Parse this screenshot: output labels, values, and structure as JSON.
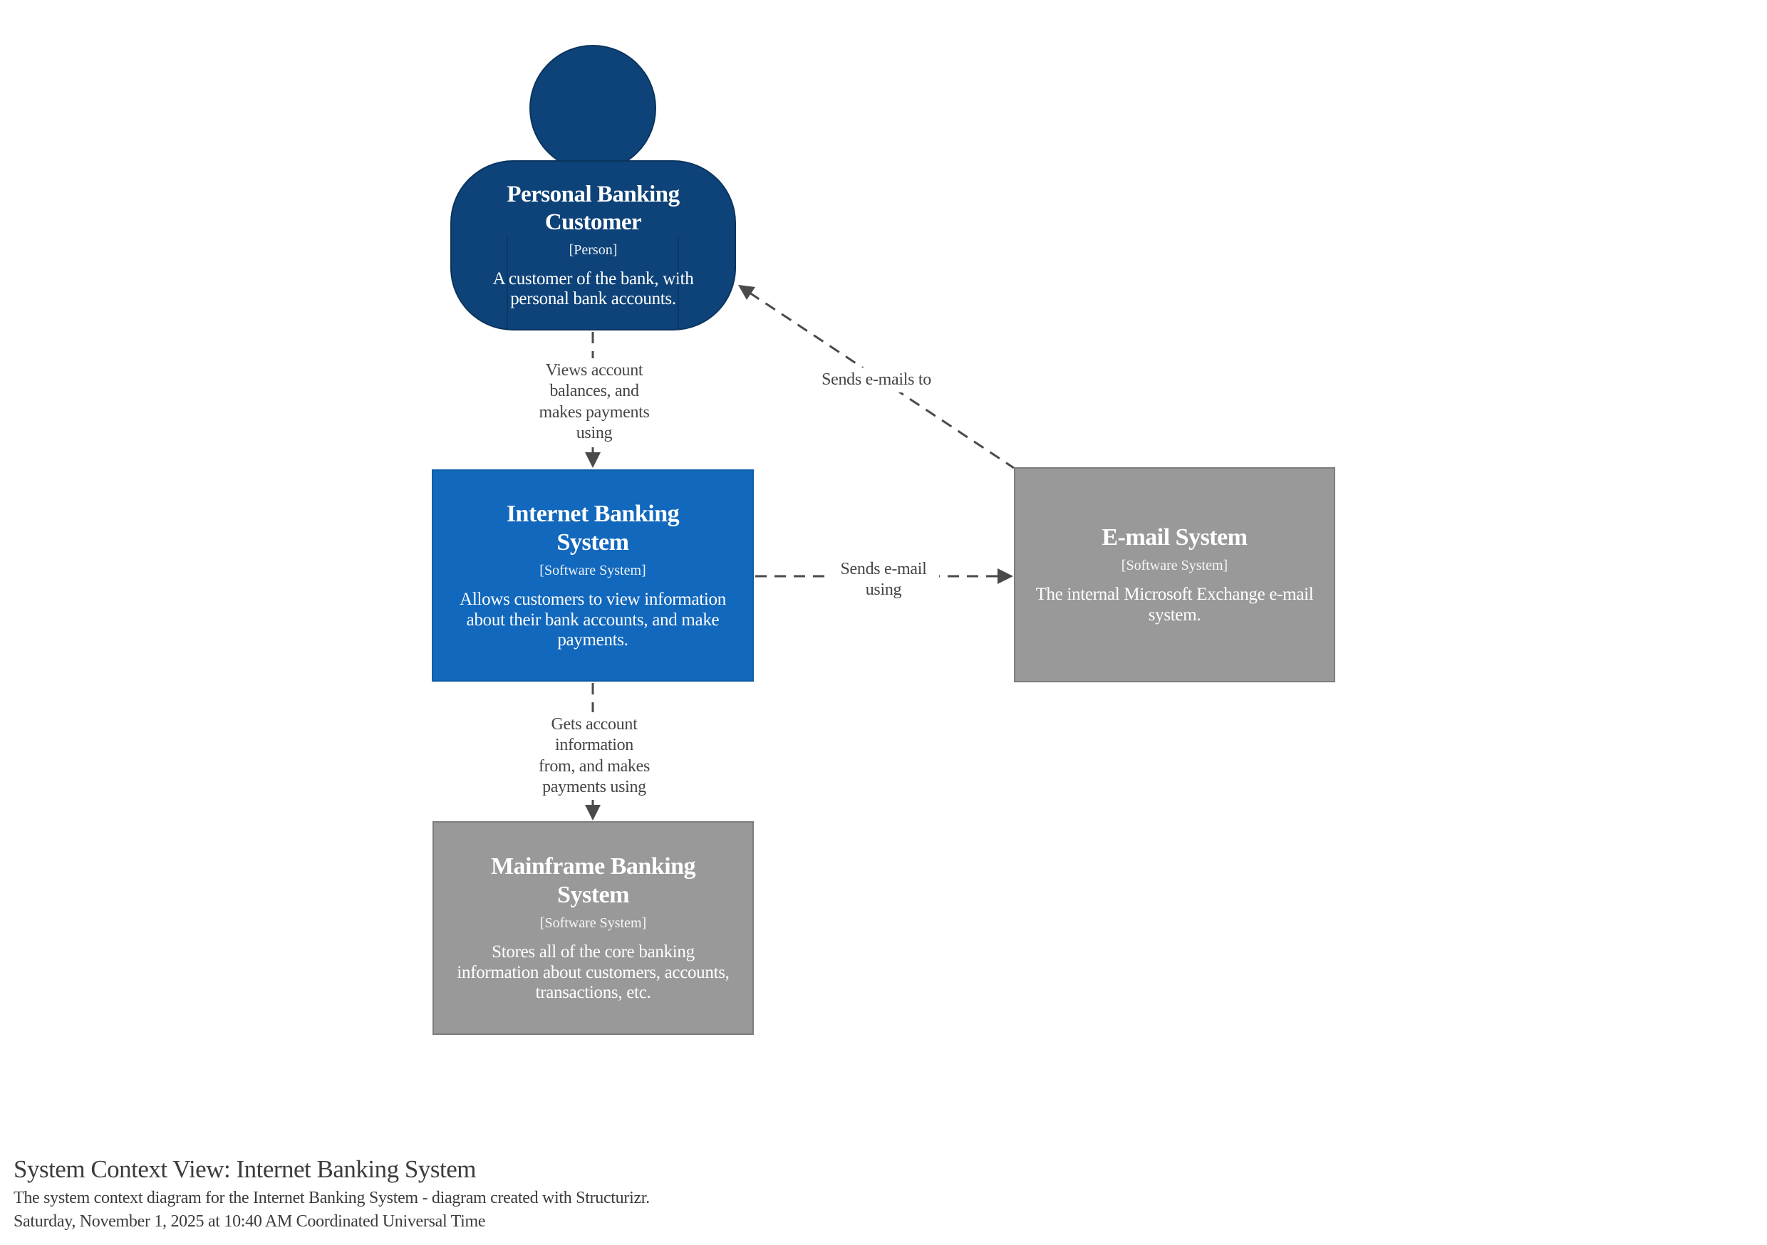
{
  "diagram": {
    "nodes": {
      "person": {
        "title": "Personal Banking Customer",
        "meta": "[Person]",
        "description": "A customer of the bank, with personal bank accounts."
      },
      "internet_banking": {
        "title": "Internet Banking System",
        "meta": "[Software System]",
        "description": "Allows customers to view information about their bank accounts, and make payments."
      },
      "email": {
        "title": "E-mail System",
        "meta": "[Software System]",
        "description": "The internal Microsoft Exchange e-mail system."
      },
      "mainframe": {
        "title": "Mainframe Banking System",
        "meta": "[Software System]",
        "description": "Stores all of the core banking information about customers, accounts, transactions, etc."
      }
    },
    "relationships": {
      "person_to_internet_banking": "Views account balances, and makes payments using",
      "internet_banking_to_mainframe": "Gets account information from, and makes payments using",
      "internet_banking_to_email": "Sends e-mail using",
      "email_to_person": "Sends e-mails to"
    },
    "colors": {
      "person_fill": "#0e4379",
      "internal_system_fill": "#1168bd",
      "external_system_fill": "#999999",
      "external_system_border": "#7d7d7d",
      "relationship_line": "#4a4a4a",
      "relationship_text": "#454545",
      "background": "#ffffff"
    }
  },
  "footer": {
    "title": "System Context View: Internet Banking System",
    "subtitle": "The system context diagram for the Internet Banking System - diagram created with Structurizr.",
    "timestamp": "Saturday, November 1, 2025 at 10:40 AM Coordinated Universal Time"
  }
}
